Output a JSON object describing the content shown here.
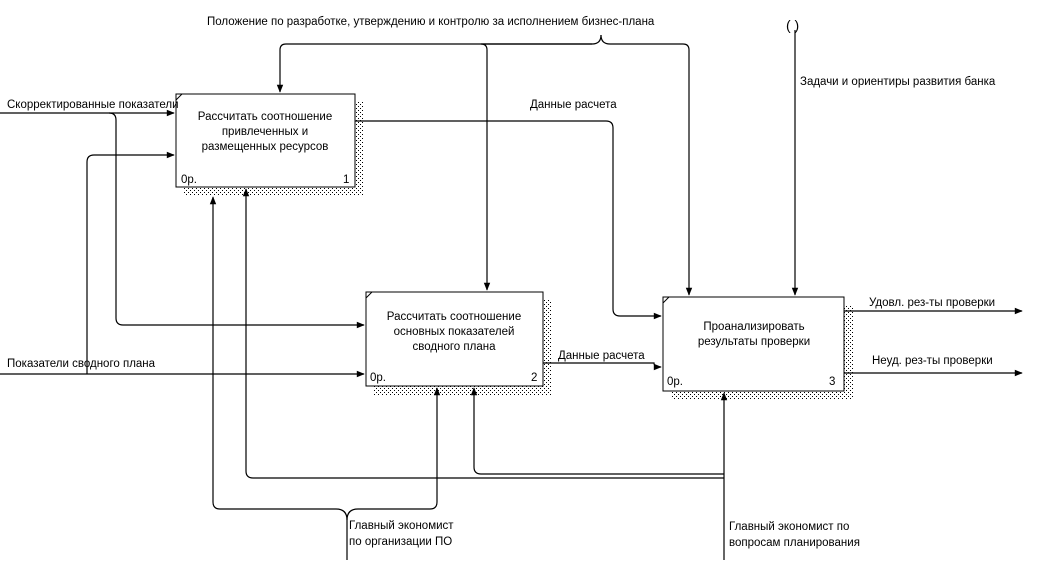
{
  "diagram": {
    "activities": [
      {
        "lines": [
          "Рассчитать соотношение",
          "привлеченных и",
          "размещенных ресурсов"
        ],
        "cost": "0р.",
        "number": "1"
      },
      {
        "lines": [
          "Рассчитать соотношение",
          "основных показателей",
          "сводного плана"
        ],
        "cost": "0р.",
        "number": "2"
      },
      {
        "lines": [
          "Проанализировать",
          "результаты проверки"
        ],
        "cost": "0р.",
        "number": "3"
      }
    ],
    "arrows": {
      "control_regulation": "Положение по разработке, утверждению и контролю за исполнением бизнес-плана",
      "control_tunnel_marker": "( )",
      "control_goals": "Задачи и ориентиры развития банка",
      "input_adjusted": "Скорректированные показатели",
      "input_summary_plan": "Показатели сводного плана",
      "data_calc_1": "Данные расчета",
      "data_calc_2": "Данные расчета",
      "output_ok": "Удовл. рез-ты проверки",
      "output_fail": "Неуд. рез-ты проверки",
      "mechanism_po_line1": "Главный экономист",
      "mechanism_po_line2": "по организации ПО",
      "mechanism_plan_line1": "Главный экономист по",
      "mechanism_plan_line2": "вопросам планирования"
    }
  }
}
